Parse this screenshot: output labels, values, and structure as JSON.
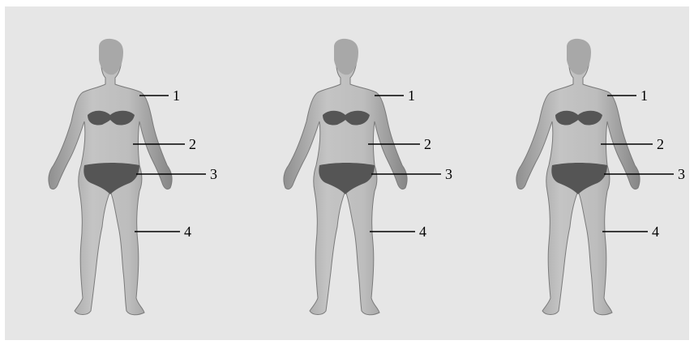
{
  "colors": {
    "panel_background": "#e6e6e6",
    "body_fill": "#b9b9b9",
    "body_shade": "#7a7a7a",
    "clothing": "#555555",
    "leader_line": "#000000"
  },
  "figures": [
    {
      "labels": [
        "1",
        "2",
        "3",
        "4"
      ]
    },
    {
      "labels": [
        "1",
        "2",
        "3",
        "4"
      ]
    },
    {
      "labels": [
        "1",
        "2",
        "3",
        "4"
      ]
    }
  ]
}
